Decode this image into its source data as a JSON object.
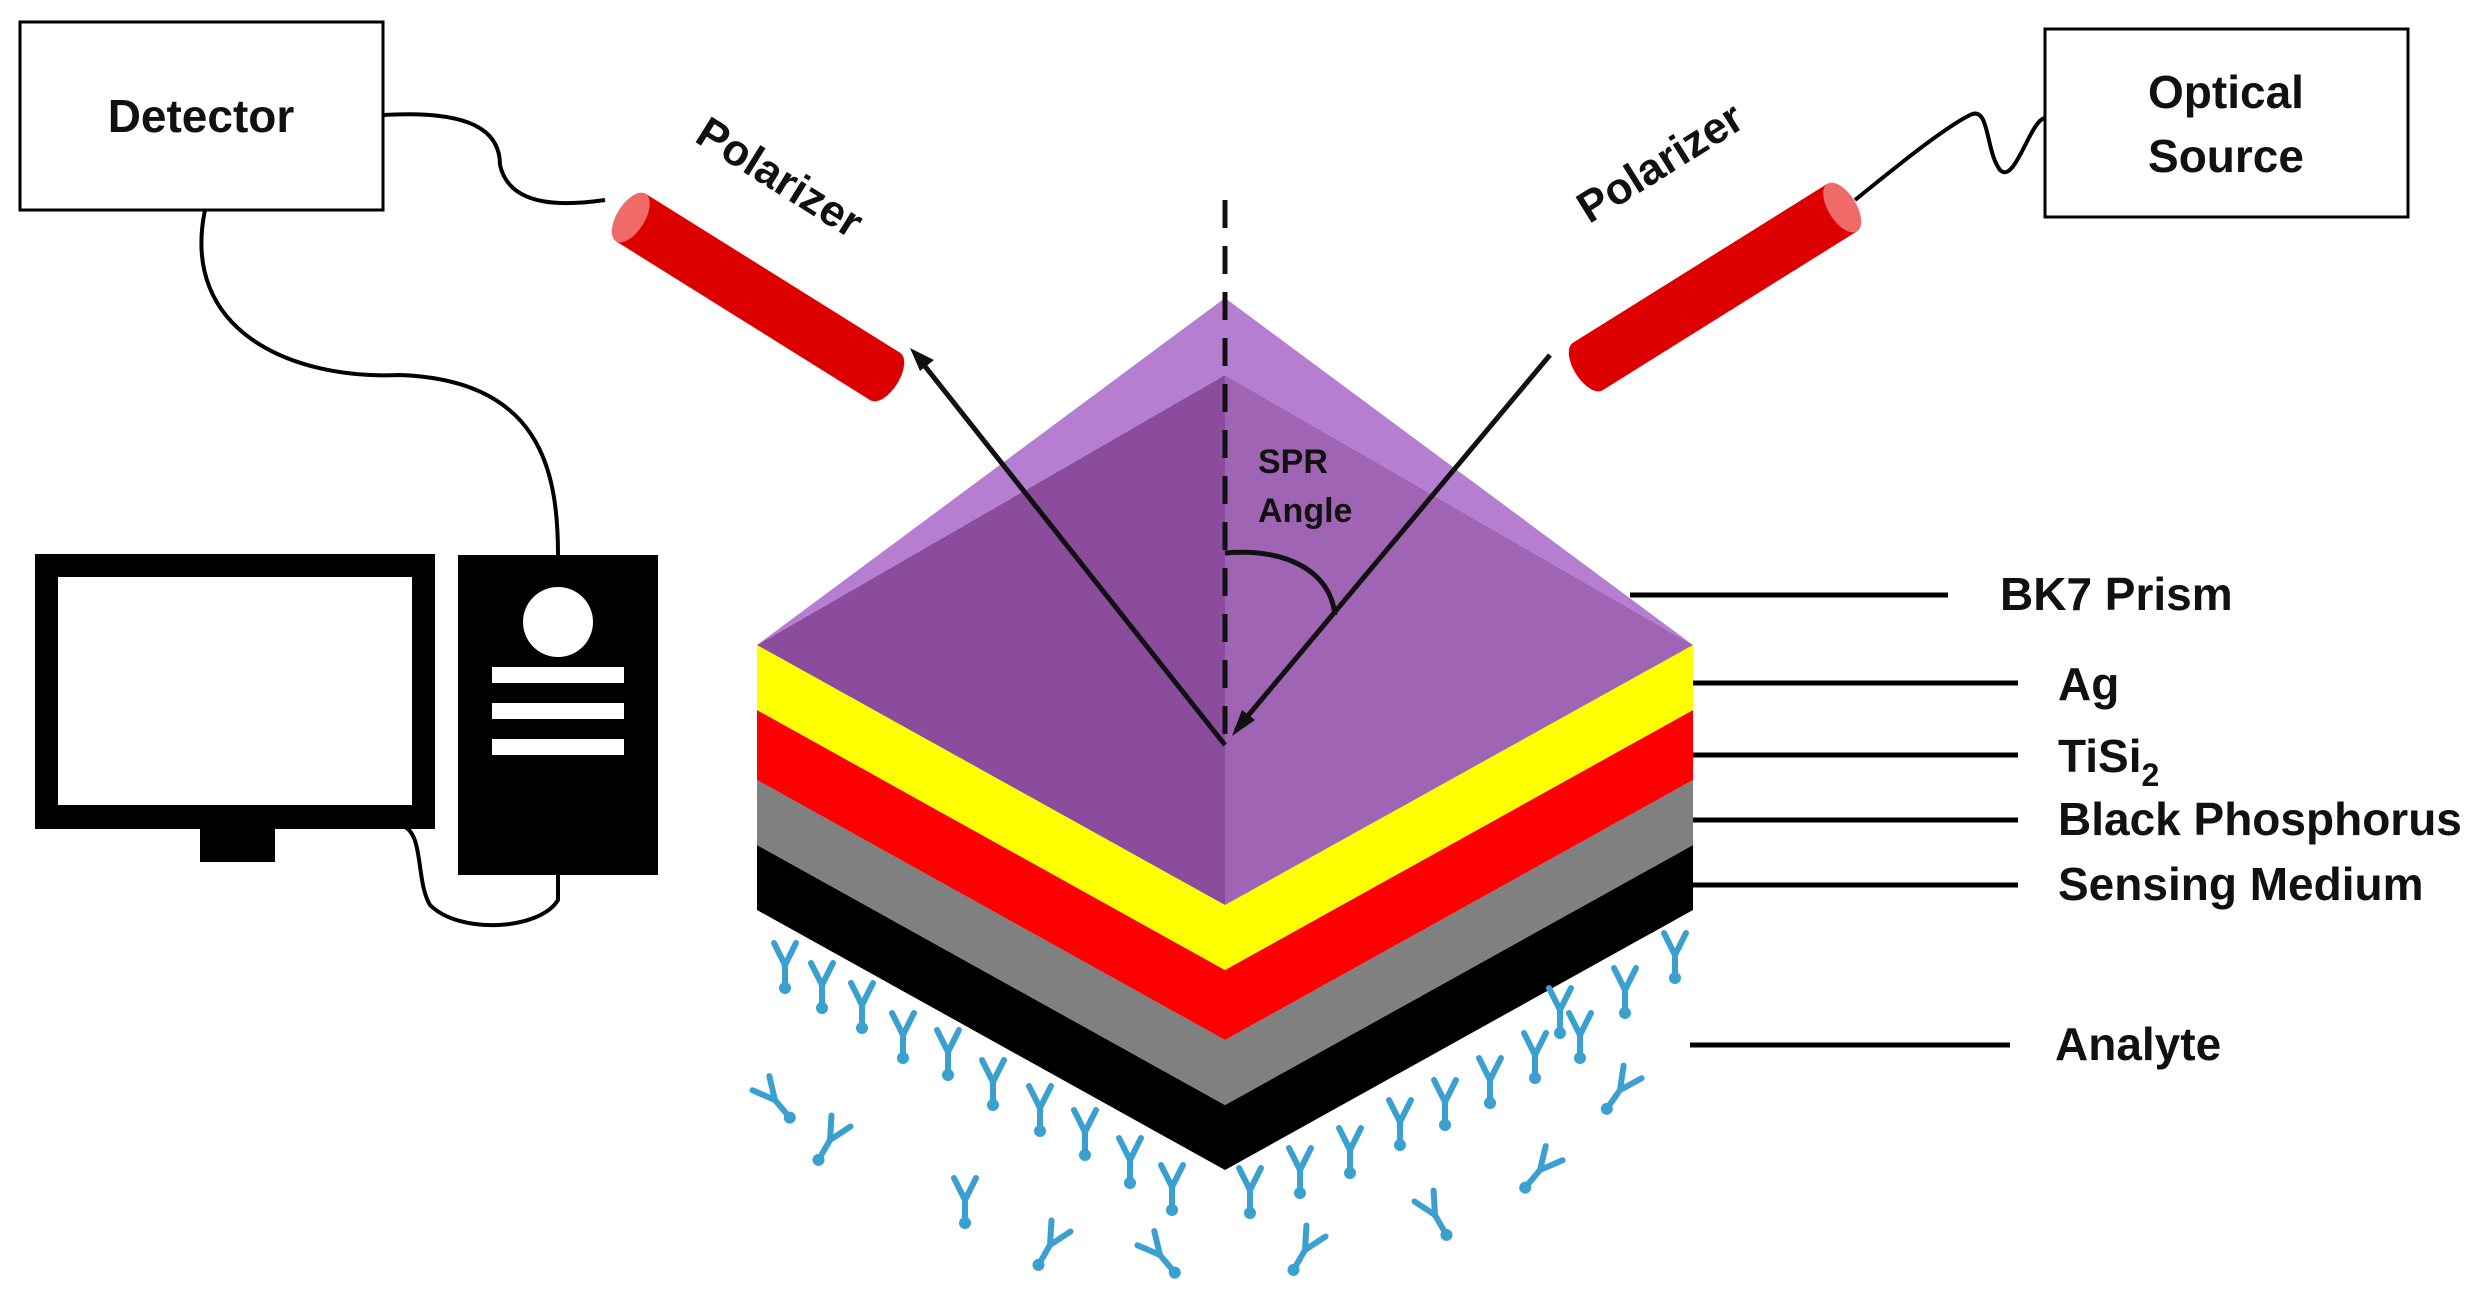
{
  "detector_box": {
    "label": "Detector"
  },
  "source_box": {
    "line1": "Optical",
    "line2": "Source"
  },
  "polarizer_left": {
    "label": "Polarizer"
  },
  "polarizer_right": {
    "label": "Polarizer"
  },
  "spr_angle": {
    "line1": "SPR",
    "line2": "Angle"
  },
  "layer_labels": {
    "prism": "BK7 Prism",
    "ag": "Ag",
    "tisi2_main": "TiSi",
    "tisi2_sub": "2",
    "black_phosphorus": "Black Phosphorus",
    "sensing_medium": "Sensing Medium",
    "analyte": "Analyte"
  },
  "colors": {
    "prism_left": "#8b4c9e",
    "prism_right": "#a064b4",
    "prism_top": "#b67ed0",
    "ag_layer": "#ffff00",
    "tisi2_layer": "#ff0000",
    "black_phosphorus_layer": "#808080",
    "sensing_layer": "#000000",
    "polarizer_body": "#dd0000",
    "polarizer_cap": "#f06a6a",
    "antibody": "#3aa0d0",
    "line": "#000000"
  },
  "icons": [
    "computer-monitor-icon",
    "computer-tower-icon",
    "antibody-icon"
  ]
}
